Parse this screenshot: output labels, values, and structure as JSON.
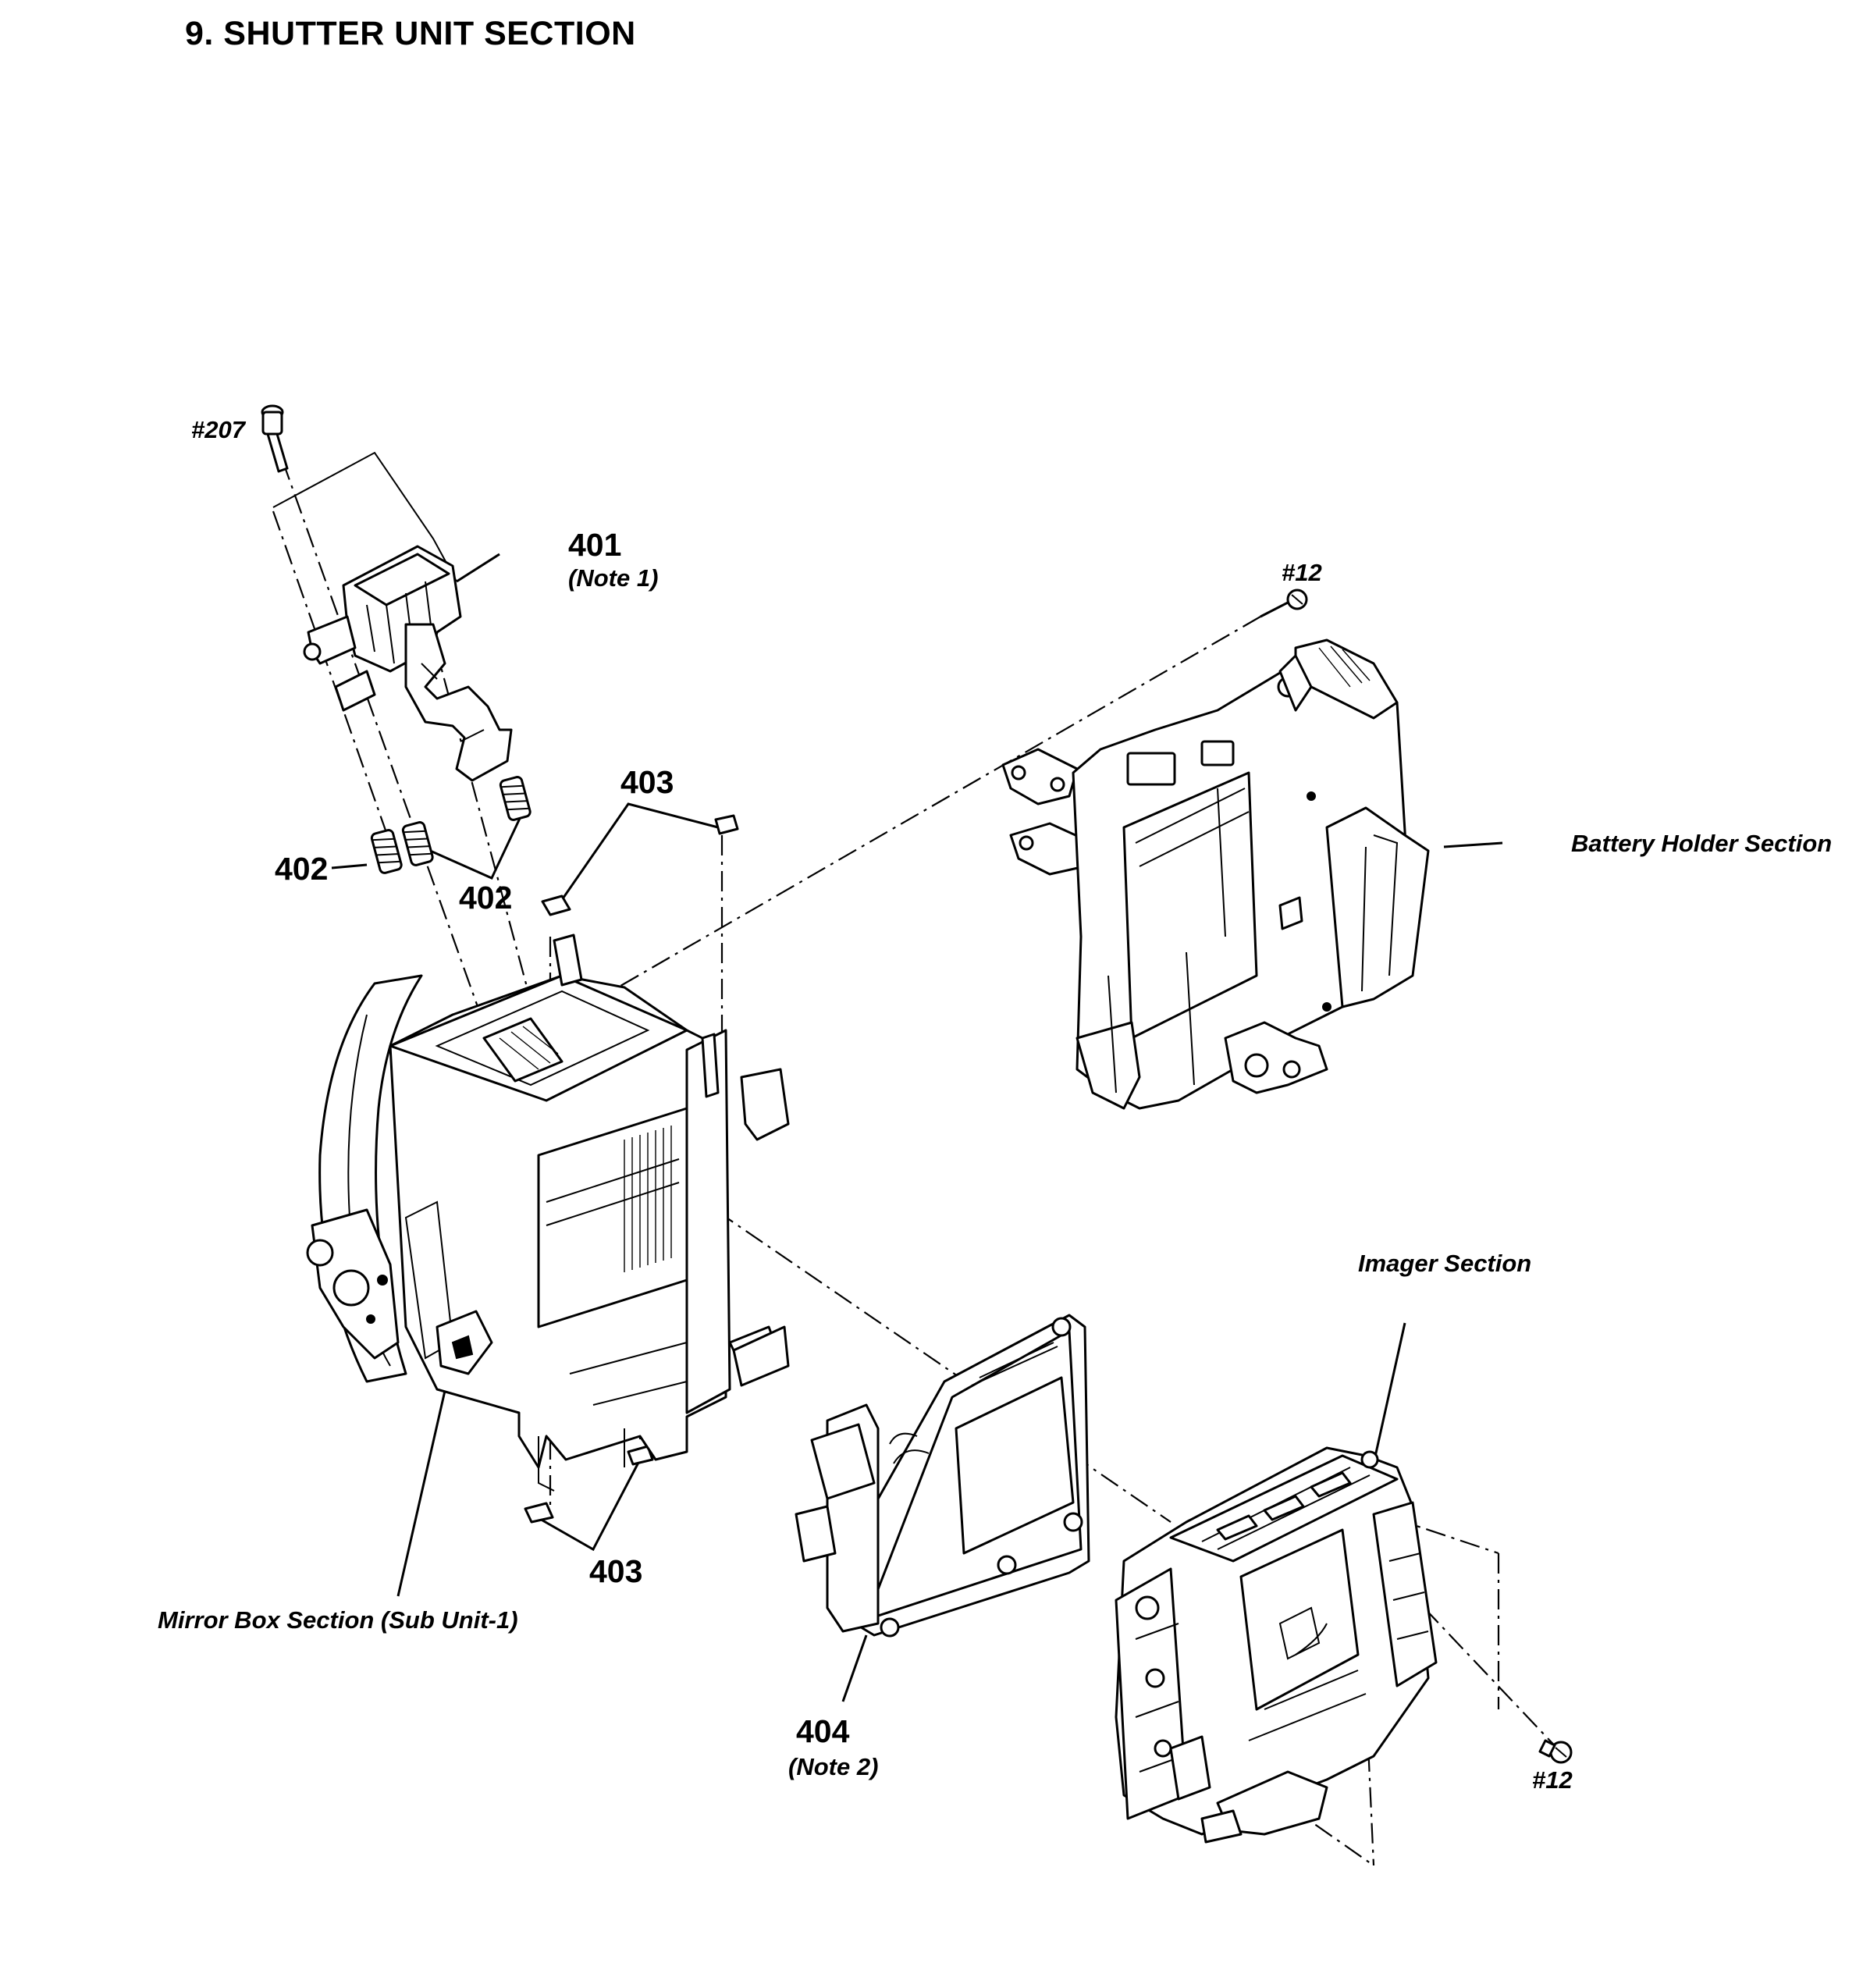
{
  "title": "9. SHUTTER UNIT SECTION",
  "labels": {
    "screw_207": "#207",
    "part_401": "401",
    "note_1": "(Note 1)",
    "screw_12_top": "#12",
    "part_403_top": "403",
    "part_402_left": "402",
    "part_402_right": "402",
    "part_403_bottom": "403",
    "part_404": "404",
    "note_2": "(Note 2)",
    "screw_12_bottom": "#12"
  },
  "sections": {
    "battery_holder": "Battery Holder Section",
    "imager": "Imager Section",
    "mirror_box": "Mirror Box Section (Sub Unit-1)"
  }
}
